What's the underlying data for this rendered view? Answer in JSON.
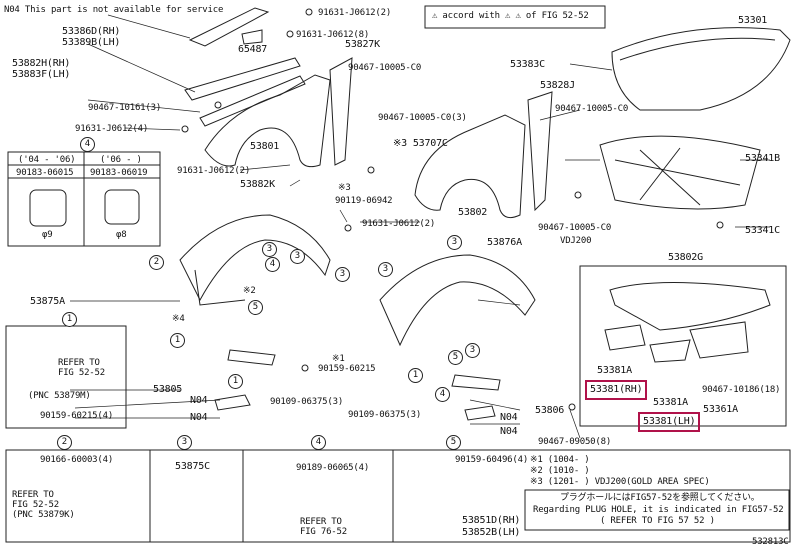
{
  "header_note": "N04 This part is not available for service",
  "warning_box": "⚠ accord with ⚠ ⚠ of FIG 52-52",
  "parts": {
    "p53386D": "53386D(RH)",
    "p53389B": "53389B(LH)",
    "p65487": "65487",
    "p90631_1": "91631-J0612(2)",
    "p90631_2": "91631-J0612(8)",
    "p53827K": "53827K",
    "p53301": "53301",
    "p53882H": "53882H(RH)",
    "p53883F": "53883F(LH)",
    "p90467_a": "90467-10005-C0",
    "p53383C": "53383C",
    "p53828J": "53828J",
    "p90467_b": "90467-10005-C0",
    "p90467_c": "90467-10161(3)",
    "p90467_d": "90467-10005-C0(3)",
    "p91631_4": "91631-J0612(4)",
    "p53707C": "※3 53707C",
    "p53801": "53801",
    "p53341B": "53341B",
    "p91631_2b": "91631-J0612(2)",
    "p53882K": "53882K",
    "p90119": "90119-06942",
    "p53802": "53802",
    "p91631_2c": "91631-J0612(2)",
    "p53341C": "53341C",
    "p90467_e": "90467-10005-C0",
    "vdj200": "VDJ200",
    "p53876A": "53876A",
    "p53802G": "53802G",
    "p53875A": "53875A",
    "p90159_a": "90159-60215",
    "p53381A_1": "53381A",
    "p53381_rh": "53381(RH)",
    "p53381A_2": "53381A",
    "p53381_lh": "53381(LH)",
    "p90467_f": "90467-10186(18)",
    "p53361A": "53361A",
    "p53805": "53805",
    "n04_1": "N04",
    "n04_2": "N04",
    "p90109_a": "90109-06375(3)",
    "p90109_b": "90109-06375(3)",
    "p53806": "53806",
    "n04_3": "N04",
    "n04_4": "N04",
    "p90467_g": "90467-09050(8)",
    "x1": "※1",
    "x2": "※2",
    "x4": "※4",
    "x3": "※3"
  },
  "inset_top_left": {
    "circle": "4",
    "col1": "('04 - '06)",
    "col2": "('06 - )",
    "part1": "90183-06015",
    "part2": "90183-06019",
    "dim1": "φ9",
    "dim2": "φ8"
  },
  "inset_left": {
    "circle": "1",
    "refer": "REFER TO",
    "fig": "FIG 52-52",
    "pnc": "(PNC 53879M)",
    "part": "90159-60215(4)"
  },
  "panels": [
    {
      "circle": "2",
      "part": "90166-60003(4)",
      "refer": "REFER TO",
      "fig": "FIG 52-52",
      "pnc": "(PNC 53879K)"
    },
    {
      "circle": "3",
      "part": "53875C"
    },
    {
      "circle": "4",
      "part": "90189-06065(4)",
      "refer": "REFER TO",
      "fig": "FIG 76-52"
    },
    {
      "circle": "5",
      "part": "90159-60496(4)",
      "part2": "53851D(RH)",
      "part3": "53852B(LH)"
    }
  ],
  "footnotes": [
    "※1 (1004- )",
    "※2 (1010- )",
    "※3 (1201- )  VDJ200(GOLD AREA SPEC)"
  ],
  "jp_note": "プラグホールにはFIG57-52を参照してください。",
  "en_note": "Regarding PLUG HOLE, it is indicated in FIG57-52",
  "en_note2": "( REFER TO FIG 57 52 )",
  "diagram_id": "532813C",
  "highlight_color": "#b0124a"
}
